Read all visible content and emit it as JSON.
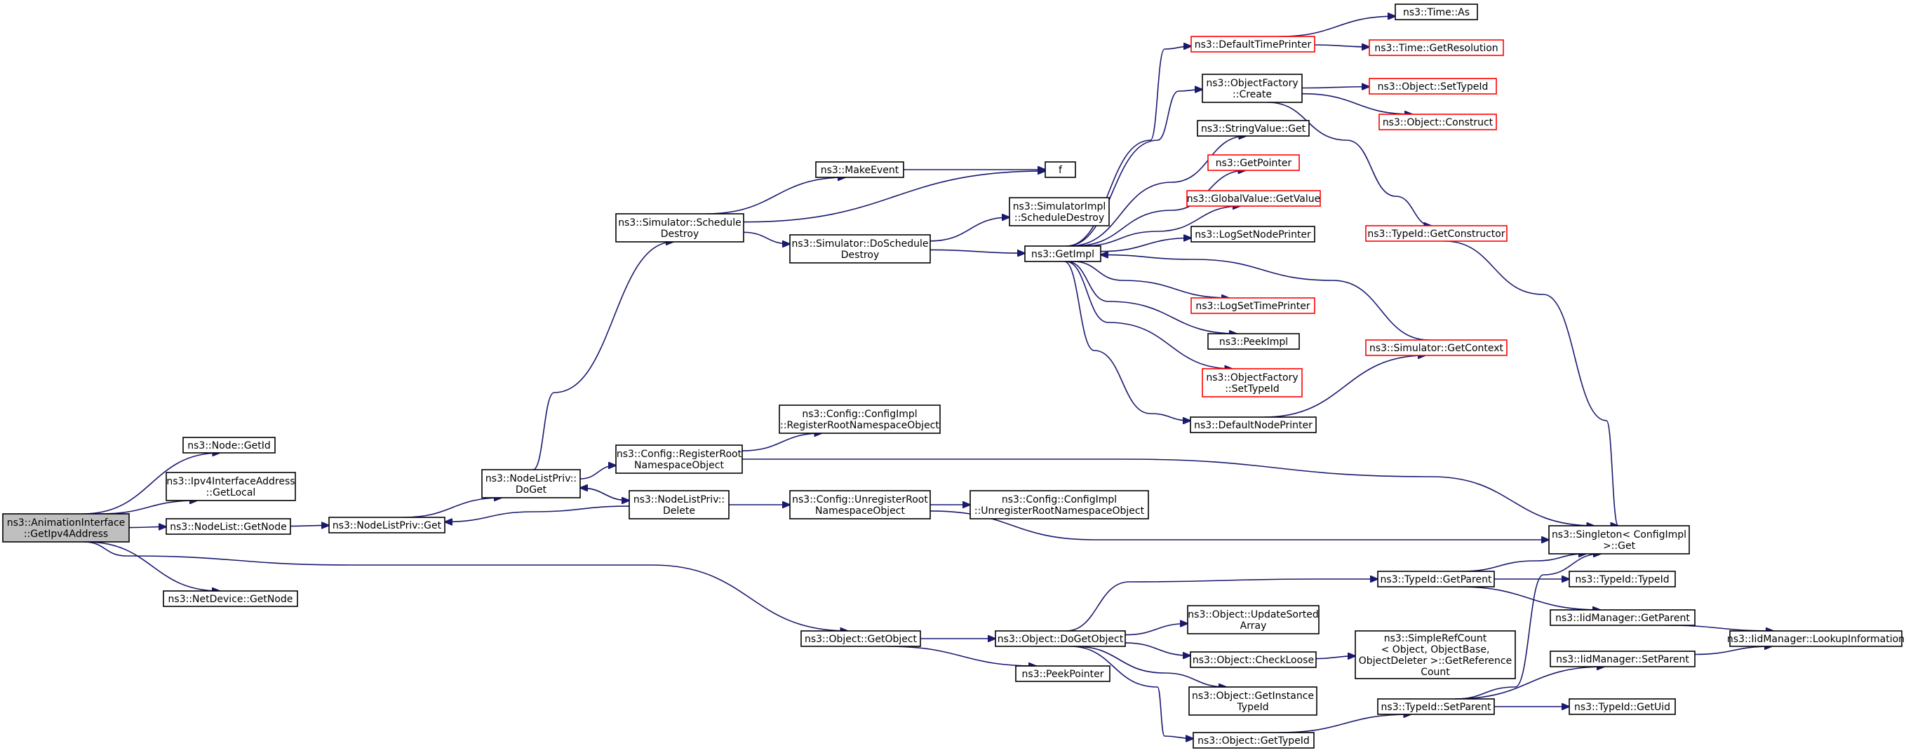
{
  "graph": {
    "edge_color": "#191970",
    "highlight_color": "#ff0000",
    "root_fill": "#bfbfbf",
    "nodes": [
      {
        "id": "root",
        "lines": [
          "ns3::AnimationInterface",
          "::GetIpv4Address"
        ],
        "style": "root"
      },
      {
        "id": "node_getid",
        "lines": [
          "ns3::Node::GetId"
        ],
        "style": "normal"
      },
      {
        "id": "ipv4_getlocal",
        "lines": [
          "ns3::Ipv4InterfaceAddress",
          "::GetLocal"
        ],
        "style": "normal"
      },
      {
        "id": "nodelist_getnode",
        "lines": [
          "ns3::NodeList::GetNode"
        ],
        "style": "normal"
      },
      {
        "id": "netdevice_getnode",
        "lines": [
          "ns3::NetDevice::GetNode"
        ],
        "style": "normal"
      },
      {
        "id": "nodelistpriv_get",
        "lines": [
          "ns3::NodeListPriv::Get"
        ],
        "style": "normal"
      },
      {
        "id": "nodelistpriv_doget",
        "lines": [
          "ns3::NodeListPriv::",
          "DoGet"
        ],
        "style": "normal"
      },
      {
        "id": "nodelistpriv_delete",
        "lines": [
          "ns3::NodeListPriv::",
          "Delete"
        ],
        "style": "normal"
      },
      {
        "id": "sim_scheduledestroy",
        "lines": [
          "ns3::Simulator::Schedule",
          "Destroy"
        ],
        "style": "normal"
      },
      {
        "id": "config_registerroot",
        "lines": [
          "ns3::Config::RegisterRoot",
          "NamespaceObject"
        ],
        "style": "normal"
      },
      {
        "id": "config_unregisterroot",
        "lines": [
          "ns3::Config::UnregisterRoot",
          "NamespaceObject"
        ],
        "style": "normal"
      },
      {
        "id": "configimpl_register",
        "lines": [
          "ns3::Config::ConfigImpl",
          "::RegisterRootNamespaceObject"
        ],
        "style": "normal"
      },
      {
        "id": "configimpl_unregister",
        "lines": [
          "ns3::Config::ConfigImpl",
          "::UnregisterRootNamespaceObject"
        ],
        "style": "normal"
      },
      {
        "id": "makeevent",
        "lines": [
          "ns3::MakeEvent"
        ],
        "style": "normal"
      },
      {
        "id": "f",
        "lines": [
          "f"
        ],
        "style": "normal"
      },
      {
        "id": "sim_doscheduledestroy",
        "lines": [
          "ns3::Simulator::DoSchedule",
          "Destroy"
        ],
        "style": "normal"
      },
      {
        "id": "simimpl_scheduledestroy",
        "lines": [
          "ns3::SimulatorImpl",
          "::ScheduleDestroy"
        ],
        "style": "normal"
      },
      {
        "id": "getimpl",
        "lines": [
          "ns3::GetImpl"
        ],
        "style": "normal"
      },
      {
        "id": "defaulttimeprinter",
        "lines": [
          "ns3::DefaultTimePrinter"
        ],
        "style": "red"
      },
      {
        "id": "time_as",
        "lines": [
          "ns3::Time::As"
        ],
        "style": "normal"
      },
      {
        "id": "time_getresolution",
        "lines": [
          "ns3::Time::GetResolution"
        ],
        "style": "red"
      },
      {
        "id": "objectfactory_create",
        "lines": [
          "ns3::ObjectFactory",
          "::Create"
        ],
        "style": "normal"
      },
      {
        "id": "object_settypeid",
        "lines": [
          "ns3::Object::SetTypeId"
        ],
        "style": "red"
      },
      {
        "id": "object_construct",
        "lines": [
          "ns3::Object::Construct"
        ],
        "style": "red"
      },
      {
        "id": "stringvalue_get",
        "lines": [
          "ns3::StringValue::Get"
        ],
        "style": "normal"
      },
      {
        "id": "getpointer",
        "lines": [
          "ns3::GetPointer"
        ],
        "style": "red"
      },
      {
        "id": "globalvalue_getvalue",
        "lines": [
          "ns3::GlobalValue::GetValue"
        ],
        "style": "red"
      },
      {
        "id": "logsetnodeprinter",
        "lines": [
          "ns3::LogSetNodePrinter"
        ],
        "style": "normal"
      },
      {
        "id": "logsettimeprinter",
        "lines": [
          "ns3::LogSetTimePrinter"
        ],
        "style": "red"
      },
      {
        "id": "peekimpl",
        "lines": [
          "ns3::PeekImpl"
        ],
        "style": "normal"
      },
      {
        "id": "objectfactory_settypeid",
        "lines": [
          "ns3::ObjectFactory",
          "::SetTypeId"
        ],
        "style": "red"
      },
      {
        "id": "defaultnodeprinter",
        "lines": [
          "ns3::DefaultNodePrinter"
        ],
        "style": "normal"
      },
      {
        "id": "typeid_getconstructor",
        "lines": [
          "ns3::TypeId::GetConstructor"
        ],
        "style": "red"
      },
      {
        "id": "sim_getcontext",
        "lines": [
          "ns3::Simulator::GetContext"
        ],
        "style": "red"
      },
      {
        "id": "singleton_get",
        "lines": [
          "ns3::Singleton< ConfigImpl",
          " >::Get"
        ],
        "style": "normal"
      },
      {
        "id": "object_getobject",
        "lines": [
          "ns3::Object::GetObject"
        ],
        "style": "normal"
      },
      {
        "id": "object_dogetobject",
        "lines": [
          "ns3::Object::DoGetObject"
        ],
        "style": "normal"
      },
      {
        "id": "peekpointer",
        "lines": [
          "ns3::PeekPointer"
        ],
        "style": "normal"
      },
      {
        "id": "typeid_getparent",
        "lines": [
          "ns3::TypeId::GetParent"
        ],
        "style": "normal"
      },
      {
        "id": "typeid_typeid",
        "lines": [
          "ns3::TypeId::TypeId"
        ],
        "style": "normal"
      },
      {
        "id": "iidmanager_getparent",
        "lines": [
          "ns3::IidManager::GetParent"
        ],
        "style": "normal"
      },
      {
        "id": "iidmanager_lookupinformation",
        "lines": [
          "ns3::IidManager::LookupInformation"
        ],
        "style": "normal"
      },
      {
        "id": "object_updatesortedarray",
        "lines": [
          "ns3::Object::UpdateSorted",
          "Array"
        ],
        "style": "normal"
      },
      {
        "id": "object_checkloose",
        "lines": [
          "ns3::Object::CheckLoose"
        ],
        "style": "normal"
      },
      {
        "id": "simplerefcount_getrefcount",
        "lines": [
          "ns3::SimpleRefCount",
          "< Object, ObjectBase,",
          " ObjectDeleter >::GetReference",
          "Count"
        ],
        "style": "normal"
      },
      {
        "id": "object_getinstancetypeid",
        "lines": [
          "ns3::Object::GetInstance",
          "TypeId"
        ],
        "style": "normal"
      },
      {
        "id": "object_gettypeid",
        "lines": [
          "ns3::Object::GetTypeId"
        ],
        "style": "normal"
      },
      {
        "id": "typeid_setparent",
        "lines": [
          "ns3::TypeId::SetParent"
        ],
        "style": "normal"
      },
      {
        "id": "iidmanager_setparent",
        "lines": [
          "ns3::IidManager::SetParent"
        ],
        "style": "normal"
      },
      {
        "id": "typeid_getuid",
        "lines": [
          "ns3::TypeId::GetUid"
        ],
        "style": "normal"
      }
    ],
    "edges": [
      [
        "root",
        "node_getid"
      ],
      [
        "root",
        "ipv4_getlocal"
      ],
      [
        "root",
        "nodelist_getnode"
      ],
      [
        "root",
        "netdevice_getnode"
      ],
      [
        "root",
        "object_getobject"
      ],
      [
        "nodelist_getnode",
        "nodelistpriv_get"
      ],
      [
        "nodelistpriv_get",
        "nodelistpriv_doget"
      ],
      [
        "nodelistpriv_doget",
        "sim_scheduledestroy"
      ],
      [
        "nodelistpriv_doget",
        "config_registerroot"
      ],
      [
        "nodelistpriv_doget",
        "nodelistpriv_delete"
      ],
      [
        "nodelistpriv_delete",
        "nodelistpriv_doget"
      ],
      [
        "nodelistpriv_delete",
        "nodelistpriv_get"
      ],
      [
        "nodelistpriv_delete",
        "config_unregisterroot"
      ],
      [
        "sim_scheduledestroy",
        "makeevent"
      ],
      [
        "sim_scheduledestroy",
        "f"
      ],
      [
        "sim_scheduledestroy",
        "sim_doscheduledestroy"
      ],
      [
        "makeevent",
        "f"
      ],
      [
        "sim_doscheduledestroy",
        "simimpl_scheduledestroy"
      ],
      [
        "sim_doscheduledestroy",
        "getimpl"
      ],
      [
        "config_registerroot",
        "configimpl_register"
      ],
      [
        "config_registerroot",
        "singleton_get"
      ],
      [
        "config_unregisterroot",
        "configimpl_unregister"
      ],
      [
        "config_unregisterroot",
        "singleton_get"
      ],
      [
        "getimpl",
        "defaulttimeprinter"
      ],
      [
        "getimpl",
        "objectfactory_create"
      ],
      [
        "getimpl",
        "stringvalue_get"
      ],
      [
        "getimpl",
        "getpointer"
      ],
      [
        "getimpl",
        "globalvalue_getvalue"
      ],
      [
        "getimpl",
        "logsetnodeprinter"
      ],
      [
        "getimpl",
        "logsettimeprinter"
      ],
      [
        "getimpl",
        "peekimpl"
      ],
      [
        "getimpl",
        "objectfactory_settypeid"
      ],
      [
        "getimpl",
        "defaultnodeprinter"
      ],
      [
        "defaulttimeprinter",
        "time_as"
      ],
      [
        "defaulttimeprinter",
        "time_getresolution"
      ],
      [
        "objectfactory_create",
        "object_settypeid"
      ],
      [
        "objectfactory_create",
        "object_construct"
      ],
      [
        "objectfactory_create",
        "typeid_getconstructor"
      ],
      [
        "typeid_getconstructor",
        "singleton_get"
      ],
      [
        "sim_getcontext",
        "getimpl"
      ],
      [
        "defaultnodeprinter",
        "sim_getcontext"
      ],
      [
        "object_getobject",
        "object_dogetobject"
      ],
      [
        "object_getobject",
        "peekpointer"
      ],
      [
        "object_dogetobject",
        "typeid_getparent"
      ],
      [
        "object_dogetobject",
        "object_updatesortedarray"
      ],
      [
        "object_dogetobject",
        "object_checkloose"
      ],
      [
        "object_dogetobject",
        "object_getinstancetypeid"
      ],
      [
        "object_dogetobject",
        "object_gettypeid"
      ],
      [
        "object_checkloose",
        "simplerefcount_getrefcount"
      ],
      [
        "object_gettypeid",
        "typeid_setparent"
      ],
      [
        "typeid_getparent",
        "singleton_get"
      ],
      [
        "typeid_getparent",
        "typeid_typeid"
      ],
      [
        "typeid_getparent",
        "iidmanager_getparent"
      ],
      [
        "iidmanager_getparent",
        "iidmanager_lookupinformation"
      ],
      [
        "typeid_setparent",
        "singleton_get"
      ],
      [
        "typeid_setparent",
        "iidmanager_setparent"
      ],
      [
        "typeid_setparent",
        "typeid_getuid"
      ],
      [
        "iidmanager_setparent",
        "iidmanager_lookupinformation"
      ]
    ]
  }
}
